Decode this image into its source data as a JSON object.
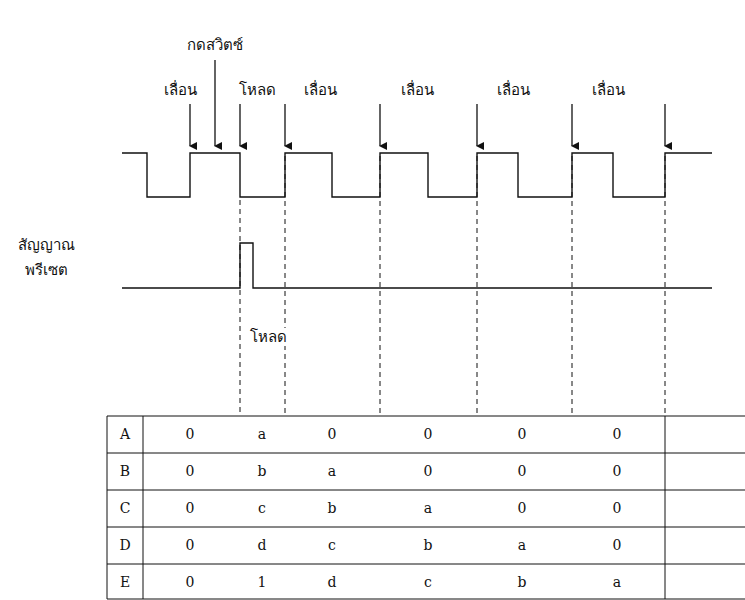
{
  "diagram": {
    "labels": [
      "กดสวิตซ์",
      "เลื่อน",
      "โหลด",
      "เลื่อน",
      "เลื่อน",
      "เลื่อน",
      "เลื่อน",
      "สัญญาณ พรีเซต",
      "โหลด",
      "A",
      "0",
      "a",
      "0",
      "0",
      "0",
      "0",
      "B",
      "0",
      "b",
      "a",
      "0",
      "0",
      "0",
      "C",
      "0",
      "c",
      "b",
      "a",
      "0",
      "0",
      "D",
      "0",
      "d",
      "c",
      "b",
      "a",
      "0",
      "E",
      "0",
      "1",
      "d",
      "c",
      "b",
      "a"
    ]
  }
}
